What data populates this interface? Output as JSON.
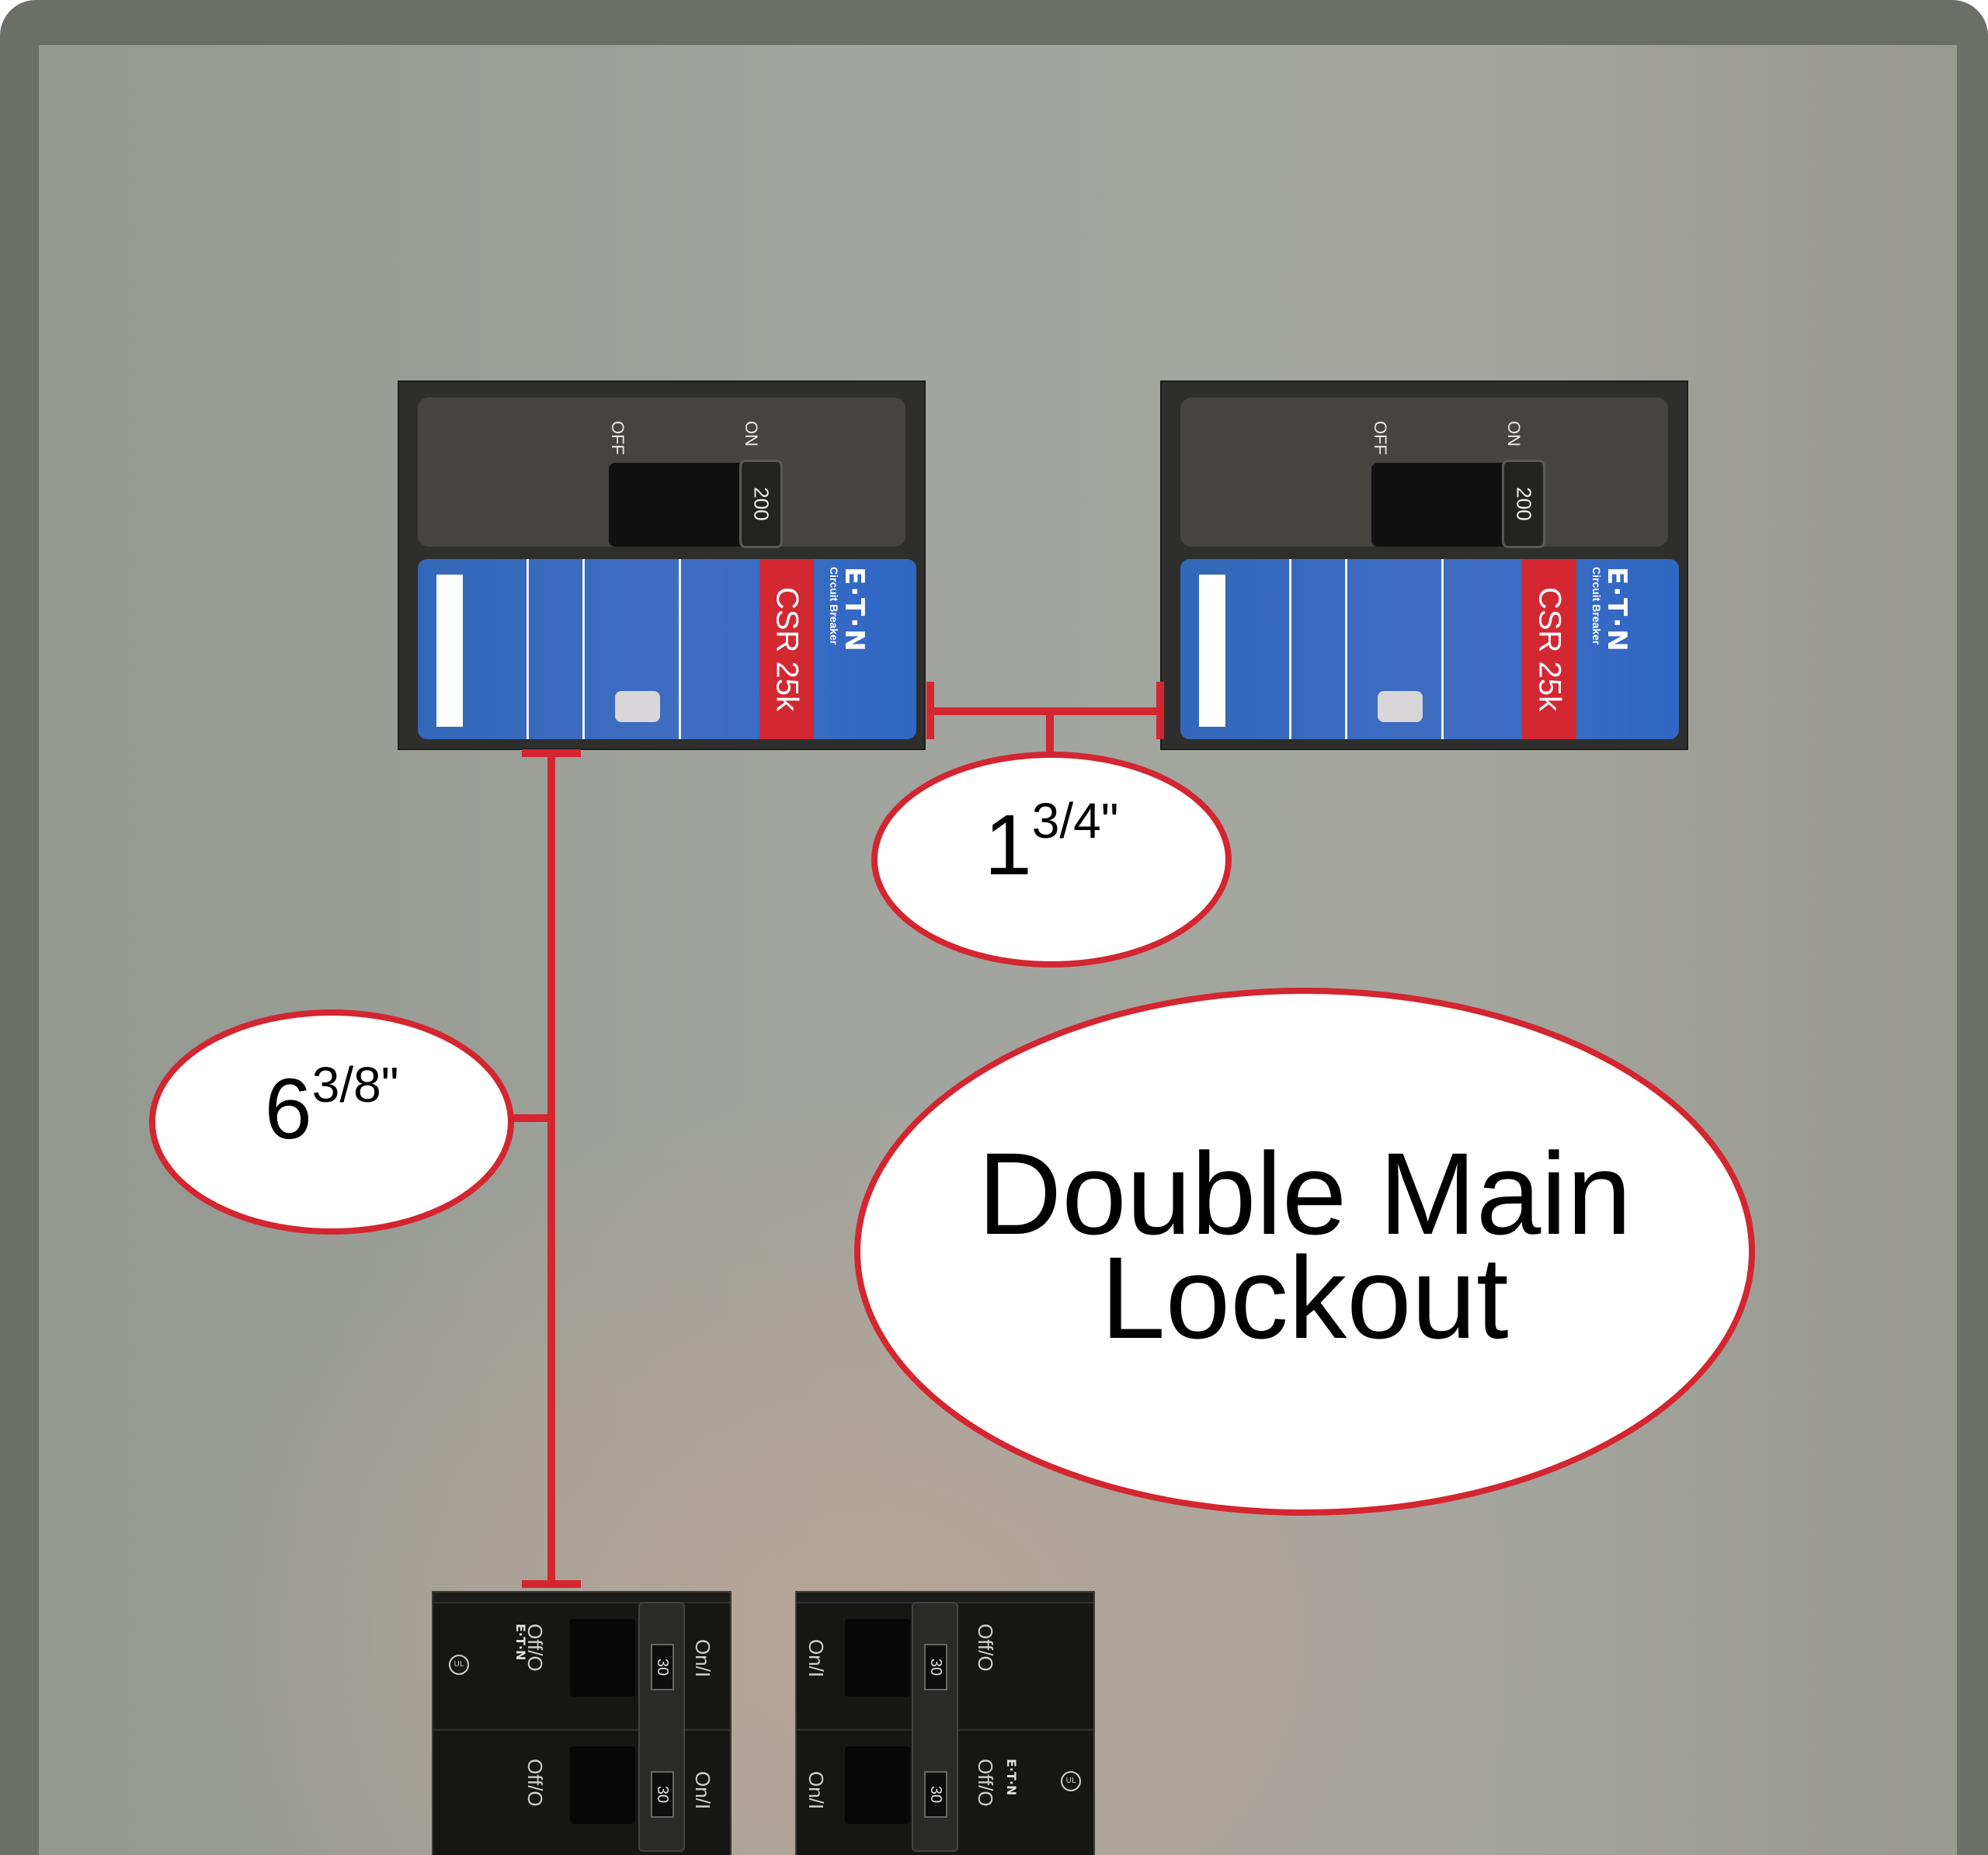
{
  "main_breakers": [
    {
      "id": "left",
      "off_label": "OFF",
      "on_label": "ON",
      "amp_rating": "200",
      "model": "CSR 25k",
      "brand": "E·T·N",
      "brand_sub": "Circuit Breaker"
    },
    {
      "id": "right",
      "off_label": "OFF",
      "on_label": "ON",
      "amp_rating": "200",
      "model": "CSR 25k",
      "brand": "E·T·N",
      "brand_sub": "Circuit Breaker"
    }
  ],
  "branch_breakers": [
    {
      "id": "left",
      "amp_rating": "30",
      "off_label": "Off/O",
      "on_label": "On/I",
      "brand": "E·T·N",
      "ul_mark": "UL"
    },
    {
      "id": "right",
      "amp_rating": "30",
      "off_label": "Off/O",
      "on_label": "On/I",
      "brand": "E·T·N",
      "ul_mark": "UL"
    }
  ],
  "callouts": {
    "horizontal_gap": {
      "whole": "1",
      "fraction": "3/4\""
    },
    "vertical_gap": {
      "whole": "6",
      "fraction": "3/8\""
    },
    "title_line1": "Double Main",
    "title_line2": "Lockout"
  },
  "colors": {
    "frame": "#6c6e68",
    "panel": "#a2a59f",
    "accent_red": "#d32630",
    "breaker_blue": "#3368b8",
    "breaker_body": "#2e2e2c"
  }
}
